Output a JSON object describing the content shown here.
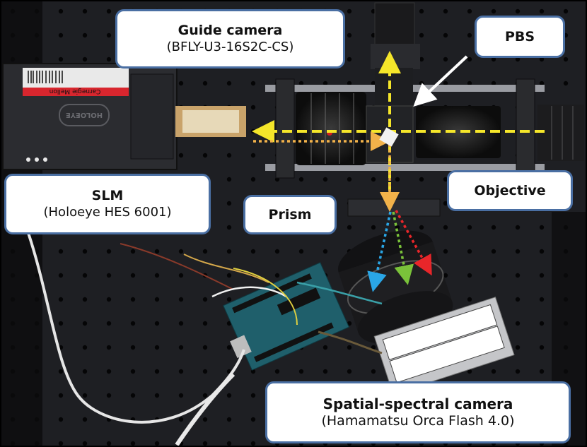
{
  "labels": {
    "guide_camera": {
      "title": "Guide camera",
      "model": "(BFLY-U3-16S2C-CS)"
    },
    "pbs": {
      "title": "PBS"
    },
    "slm": {
      "title": "SLM",
      "model": "(Holoeye HES 6001)"
    },
    "prism": {
      "title": "Prism"
    },
    "objective": {
      "title": "Objective"
    },
    "spatial_spectral_camera": {
      "title": "Spatial-spectral camera",
      "model": "(Hamamatsu Orca Flash 4.0)"
    }
  },
  "device_text": {
    "holoeye_logo": "HOLOEYE",
    "sticker": "Carnegie Mellon"
  },
  "colors": {
    "callout_border": "#4a6fa3",
    "beam_yellow": "#f5e62a",
    "beam_orange": "#f2b24a",
    "beam_blue": "#2aa6e6",
    "beam_green": "#7ac23a",
    "beam_red": "#e8262a"
  }
}
